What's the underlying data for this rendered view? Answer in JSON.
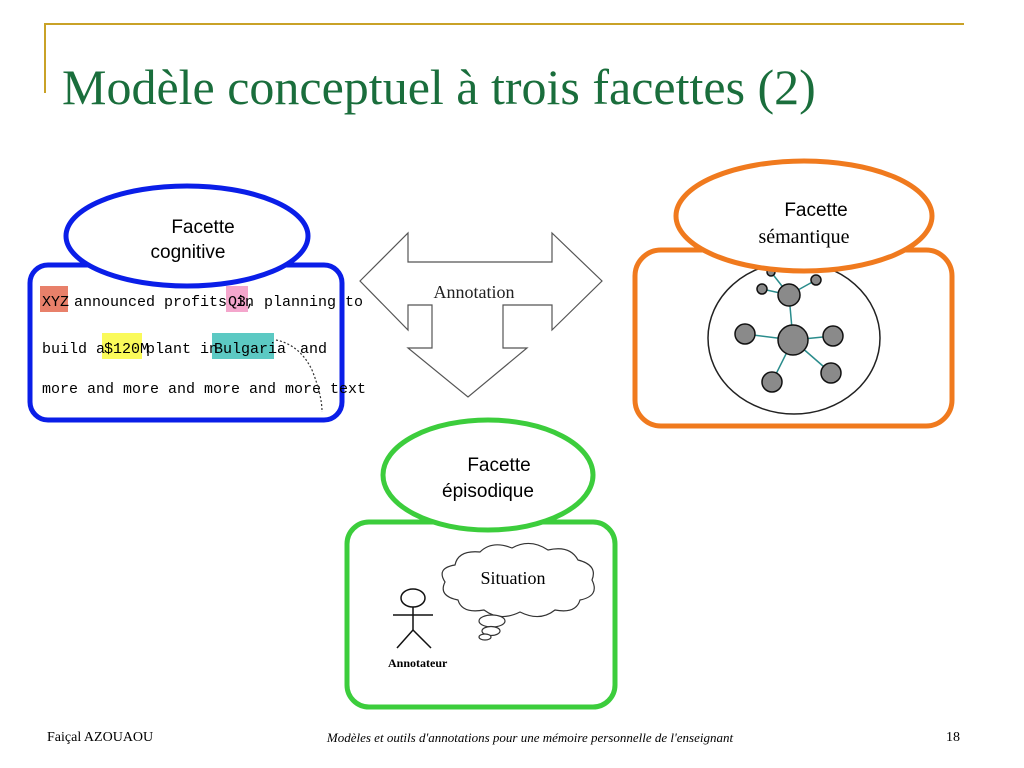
{
  "slide": {
    "title": "Modèle conceptuel à trois facettes (2)",
    "footer_author": "Faiçal AZOUAOU",
    "footer_subject": "Modèles et outils d'annotations pour une mémoire personnelle de l'enseignant",
    "page_number": "18"
  },
  "colors": {
    "title": "#1a6e3c",
    "frame": "#c9a227",
    "cognitive": "#0a1ee8",
    "semantic": "#f07a1e",
    "episodic": "#3ccd3c"
  },
  "cognitive": {
    "label_line1": "Facette",
    "label_line2": "cognitive",
    "text": {
      "w_xyz": "XYZ",
      "w_announced": "announced profits in",
      "w_q3": "Q3",
      "w_planning": ", planning to",
      "w_build": "build a",
      "w_120m": "$120M",
      "w_plant": "plant in",
      "w_bulgaria": "Bulgaria",
      "w_and": "and",
      "line3": "more and more and more and more text"
    }
  },
  "semantic": {
    "label_line1": "Facette",
    "label_line2": "sémantique"
  },
  "annotation": {
    "label": "Annotation"
  },
  "episodic": {
    "label_line1": "Facette",
    "label_line2": "épisodique",
    "situation": "Situation",
    "annotator": "Annotateur"
  }
}
